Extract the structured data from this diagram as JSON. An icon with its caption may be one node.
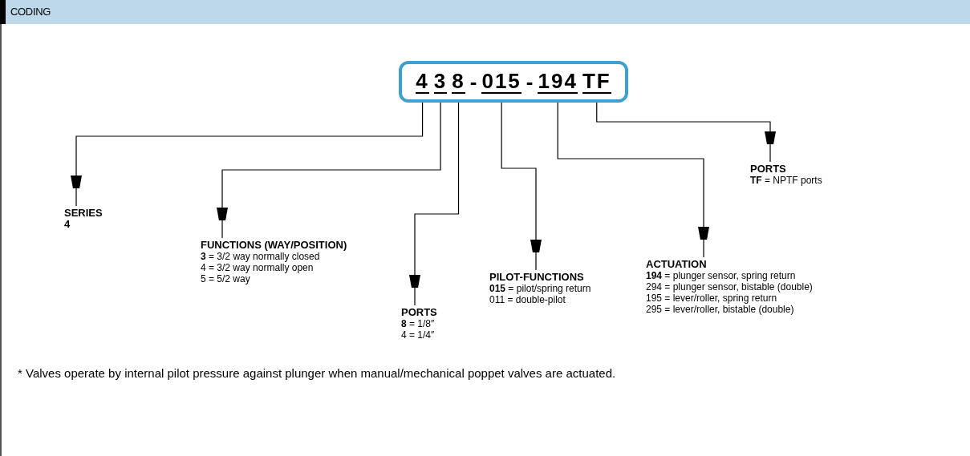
{
  "diagram": {
    "title": "CODING",
    "nodes": [
      {
        "text": [
          "-",
          "-"
        ]
      },
      {
        "text": [
          "4"
        ],
        "in": 0
      },
      {
        "text": [
          "3"
        ],
        "in": 0
      },
      {
        "text": [
          "8"
        ],
        "in": 0
      },
      {
        "text": [
          "015"
        ],
        "in": 0
      },
      {
        "text": [
          "194"
        ],
        "in": 0
      },
      {
        "text": [
          "TF"
        ],
        "in": 0
      },
      {
        "text": [
          "SERIES",
          "4"
        ]
      },
      {
        "text": [
          "FUNCTIONS (WAY/POSITION)",
          "**3** = 3/2 way normally closed",
          "4 = 3/2 way normally open",
          "5 = 5/2 way"
        ]
      },
      {
        "text": [
          "PORTS",
          "**8** = 1/8″",
          "4 = 1/4″"
        ]
      },
      {
        "text": [
          "PILOT-FUNCTIONS",
          "**015** = pilot/spring return",
          "011 = double-pilot"
        ]
      },
      {
        "text": [
          "ACTUATION",
          "**194** = plunger sensor, spring return",
          "294 = plunger sensor, bistable (double)",
          "195 = lever/roller, spring return",
          "295 = lever/roller, bistable (double)"
        ]
      },
      {
        "text": [
          "PORTS",
          "**TF** = NPTF ports"
        ]
      }
    ],
    "edges": [
      {
        "from": 1,
        "to": 7,
        "arrow": "to"
      },
      {
        "from": 2,
        "to": 8,
        "arrow": "to"
      },
      {
        "from": 3,
        "to": 9,
        "arrow": "to"
      },
      {
        "from": 4,
        "to": 10,
        "arrow": "to"
      },
      {
        "from": 5,
        "to": 11,
        "arrow": "to"
      },
      {
        "from": 6,
        "to": 12,
        "arrow": "to"
      }
    ],
    "labels": [
      "* Valves operate by internal pilot pressure against plunger when manual/mechanical poppet valves are actuated."
    ]
  }
}
